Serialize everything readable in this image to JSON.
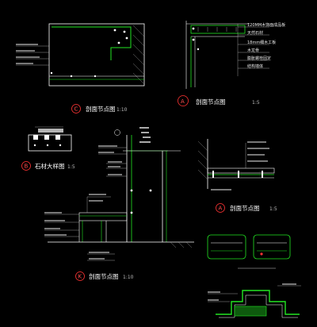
{
  "colors": {
    "background": "#000000",
    "line": "#ffffff",
    "accent_green": "#22e622",
    "marker_red": "#ff3333",
    "gray": "#9a9a9a",
    "leader": "#bbbbbb"
  },
  "details": {
    "top_left": {
      "marker": "C",
      "title": "剖面节点图",
      "scale": "1:10"
    },
    "top_right": {
      "marker": "A",
      "title": "剖面节点图",
      "scale": "1:5",
      "notes": [
        "120MM木饰面成品板",
        "天然石材",
        "18mm细木工板",
        "木龙骨",
        "膨胀螺栓固定",
        "结构墙体"
      ]
    },
    "mid_left": {
      "marker": "B",
      "title": "石材大样图",
      "scale": "1:5"
    },
    "mid_right": {
      "marker": "A",
      "title": "剖面节点图",
      "scale": "1:5"
    },
    "bottom_left": {
      "marker": "K",
      "title": "剖面节点图",
      "scale": "1:10"
    }
  }
}
